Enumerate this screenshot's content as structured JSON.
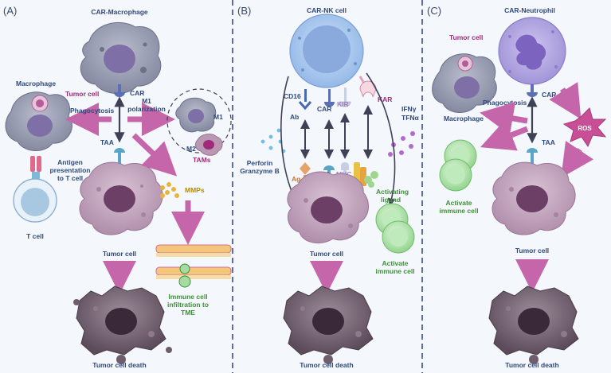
{
  "panels": {
    "a": {
      "letter": "(A)",
      "title": "CAR-Macrophage",
      "car": "CAR",
      "macrophage": "Macrophage",
      "tumor_cell_small": "Tumor cell",
      "phagocytosis": "Phagocytosis",
      "m1_polarization_1": "M1",
      "m1_polarization_2": "polarization",
      "m1": "M1",
      "m2": "M2",
      "tams": "TAMs",
      "taa": "TAA",
      "mmps": "MMPs",
      "antigen_1": "Antigen",
      "antigen_2": "presentation",
      "antigen_3": "to T cell",
      "t_cell": "T cell",
      "tumor_cell": "Tumor cell",
      "infiltration_1": "Immune cell",
      "infiltration_2": "infiltration to",
      "infiltration_3": "TME",
      "tumor_cell_death": "Tumor cell death"
    },
    "b": {
      "letter": "(B)",
      "title": "CAR-NK cell",
      "cd16": "CD16",
      "ab": "Ab",
      "car": "CAR",
      "kir": "KIR",
      "kar": "KAR",
      "ifn": "IFNγ",
      "tnf": "TFNα",
      "perforin": "Perforin",
      "granzyme": "Granzyme B",
      "ag": "Ag",
      "taa": "TAA",
      "mhc": "MHC",
      "activating_1": "Activating",
      "activating_2": "ligand",
      "tumor_cell": "Tumor cell",
      "activate_1": "Activate",
      "activate_2": "immune cell",
      "tumor_cell_death": "Tumor cell death"
    },
    "c": {
      "letter": "(C)",
      "title": "CAR-Neutrophil",
      "tumor_cell_small": "Tumor cell",
      "phagocytosis": "Phagocytosis",
      "macrophage": "Macrophage",
      "car": "CAR",
      "ros": "ROS",
      "activate_1": "Activate",
      "activate_2": "immune cell",
      "taa": "TAA",
      "tumor_cell": "Tumor cell",
      "tumor_cell_death": "Tumor cell death"
    }
  },
  "colors": {
    "arrow": "#c565aa",
    "divider": "#3b4a86",
    "macrophage": "#8e92a8",
    "tumor": "#b898b2",
    "nk": "#9ec1ea",
    "neutrophil": "#a79ad8",
    "immune": "#9fdc9c",
    "dead": "#6e5d6c"
  }
}
